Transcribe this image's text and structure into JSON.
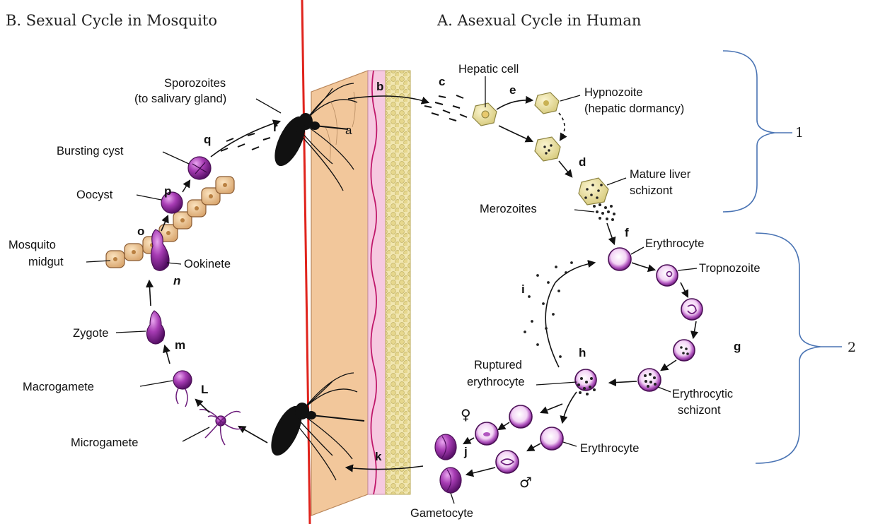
{
  "headers": {
    "sexual": "B. Sexual Cycle in Mosquito",
    "asexual": "A. Asexual Cycle in Human"
  },
  "labels": {
    "sporozoites_line1": "Sporozoites",
    "sporozoites_line2": "(to salivary gland)",
    "bursting_cyst": "Bursting cyst",
    "oocyst": "Oocyst",
    "mosquito": "Mosquito",
    "midgut": "midgut",
    "ookinete": "Ookinete",
    "zygote": "Zygote",
    "macrogamete": "Macrogamete",
    "microgamete": "Microgamete",
    "gametocyte": "Gametocyte",
    "hepatic_cell": "Hepatic cell",
    "hypnozoite_line1": "Hypnozoite",
    "hypnozoite_line2": "(hepatic dormancy)",
    "mature_liver_line1": "Mature liver",
    "mature_liver_line2": "schizont",
    "merozoites": "Merozoites",
    "erythrocyte_top": "Erythrocyte",
    "tropnozoite": "Tropnozoite",
    "ruptured_line1": "Ruptured",
    "ruptured_line2": "erythrocyte",
    "erythrocytic_line1": "Erythrocytic",
    "erythrocytic_line2": "schizont",
    "erythrocyte_bottom": "Erythrocyte"
  },
  "stage_letters": {
    "a": "a",
    "b": "b",
    "c": "c",
    "d": "d",
    "e": "e",
    "f": "f",
    "g": "g",
    "h": "h",
    "i": "i",
    "j": "j",
    "k": "k",
    "L": "L",
    "m": "m",
    "n": "n",
    "o": "o",
    "p": "p",
    "q": "q",
    "r": "r"
  },
  "symbols": {
    "female": "♀",
    "male": "♂"
  },
  "braces": {
    "one": "1",
    "two": "2"
  },
  "colors": {
    "divider": "#e0231c",
    "brace": "#4a74b4",
    "skin": "#f2c79b",
    "parasite": "#8e2a9e",
    "hepatic": "#eee2a0"
  }
}
